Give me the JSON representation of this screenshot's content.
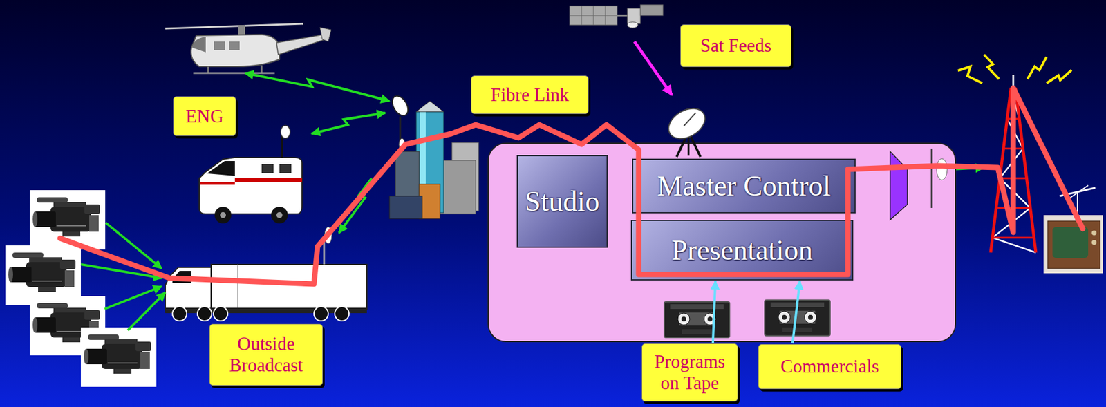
{
  "diagram": {
    "nodes": [
      {
        "text": [
          "Sat Feeds"
        ]
      },
      {
        "text": [
          "Fibre Link"
        ]
      },
      {
        "text": [
          "ENG"
        ]
      },
      {
        "text": [
          "Studio"
        ]
      },
      {
        "text": [
          "Master Control"
        ]
      },
      {
        "text": [
          "Presentation"
        ]
      },
      {
        "text": [
          "Outside Broadcast"
        ]
      },
      {
        "text": [
          "Programs on Tape"
        ]
      },
      {
        "text": [
          "Commercials"
        ]
      }
    ],
    "edges": [
      {
        "from": 7,
        "to": 5,
        "arrow": "to"
      },
      {
        "from": 8,
        "to": 5,
        "arrow": "to"
      }
    ]
  }
}
